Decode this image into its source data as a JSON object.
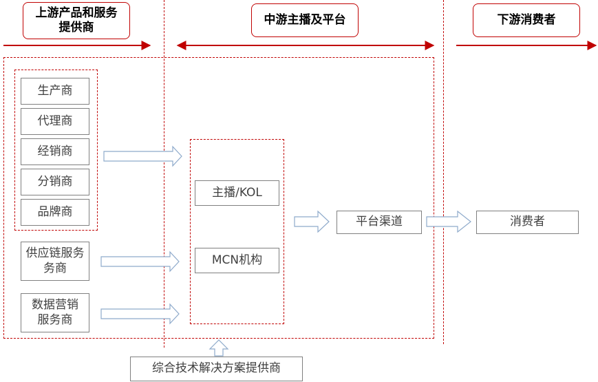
{
  "headers": {
    "upstream": "上游产品和服务\n提供商",
    "midstream": "中游主播及平台",
    "downstream": "下游消费者"
  },
  "upstream_items": [
    "生产商",
    "代理商",
    "经销商",
    "分销商",
    "品牌商"
  ],
  "supply_chain": "供应链服务\n务商",
  "data_marketing": "数据营销\n服务商",
  "mid_items": {
    "anchor": "主播/KOL",
    "mcn": "MCN机构"
  },
  "platform": "平台渠道",
  "consumer": "消费者",
  "tech_provider": "综合技术解决方案提供商",
  "colors": {
    "accent": "#c00000",
    "box_border": "#7f7f7f",
    "arrow": "#7f9cb6"
  }
}
